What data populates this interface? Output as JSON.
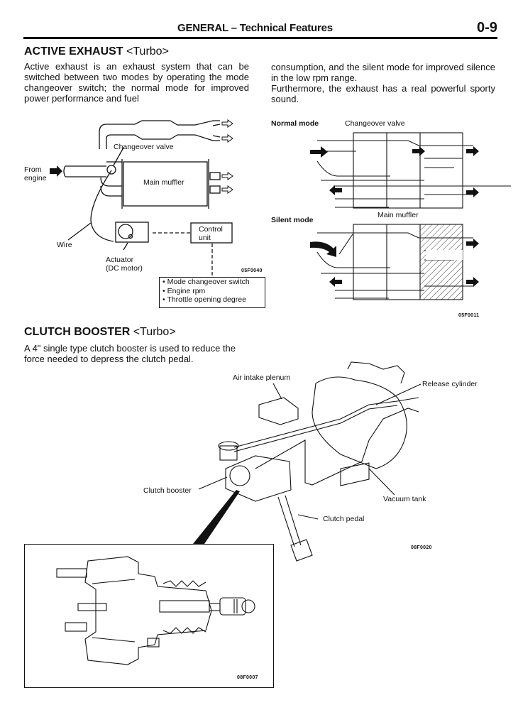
{
  "header": {
    "title": "GENERAL – Technical Features",
    "page_number": "0-9"
  },
  "active_exhaust": {
    "heading": "ACTIVE EXHAUST",
    "heading_tag": "<Turbo>",
    "paragraph_left": "Active exhaust is an exhaust system that can be switched between two modes by operating the mode changeover switch; the normal mode for improved power performance and fuel",
    "paragraph_right_1": "consumption, and the silent mode for improved silence in the low rpm range.",
    "paragraph_right_2": "Furthermore, the exhaust has a real powerful sporty sound.",
    "system_diagram": {
      "labels": {
        "from_engine": "From engine",
        "changeover_valve": "Changeover valve",
        "main_muffler": "Main muffler",
        "wire": "Wire",
        "actuator": "Actuator",
        "actuator_sub": "(DC motor)",
        "control_unit": "Control unit"
      },
      "inputs": [
        "Mode changeover switch",
        "Engine rpm",
        "Throttle opening degree"
      ],
      "figure_code": "05F0040"
    },
    "mode_diagram": {
      "normal_mode": "Normal mode",
      "silent_mode": "Silent mode",
      "changeover_valve": "Changeover valve",
      "main_muffler": "Main muffler",
      "figure_code": "05F0011"
    }
  },
  "clutch_booster": {
    "heading": "CLUTCH BOOSTER",
    "heading_tag": "<Turbo>",
    "paragraph": "A 4\" single type clutch booster is used to reduce the force needed to depress the clutch pedal.",
    "layout_diagram": {
      "labels": {
        "air_intake_plenum": "Air intake plenum",
        "release_cylinder": "Release cylinder",
        "clutch_booster": "Clutch booster",
        "vacuum_tank": "Vacuum tank",
        "clutch_pedal": "Clutch pedal"
      },
      "figure_code": "08F0020"
    },
    "detail_figure_code": "08F0007"
  }
}
